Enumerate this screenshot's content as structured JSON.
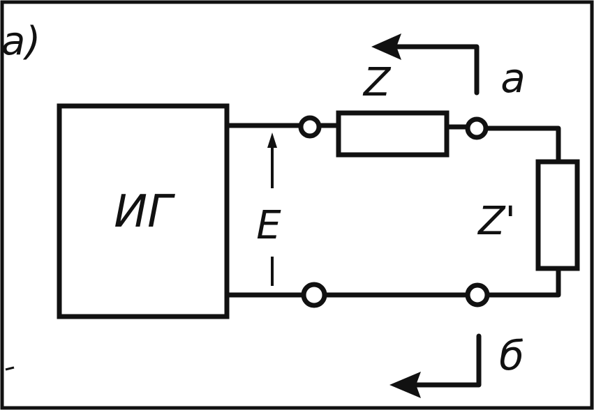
{
  "figure": {
    "panel_label": "a)",
    "generator_label": "ИГ",
    "emf_label": "E",
    "series_impedance_label": "Z",
    "load_impedance_label": "Z'",
    "terminal_a_label": "a",
    "terminal_b_label": "б"
  }
}
